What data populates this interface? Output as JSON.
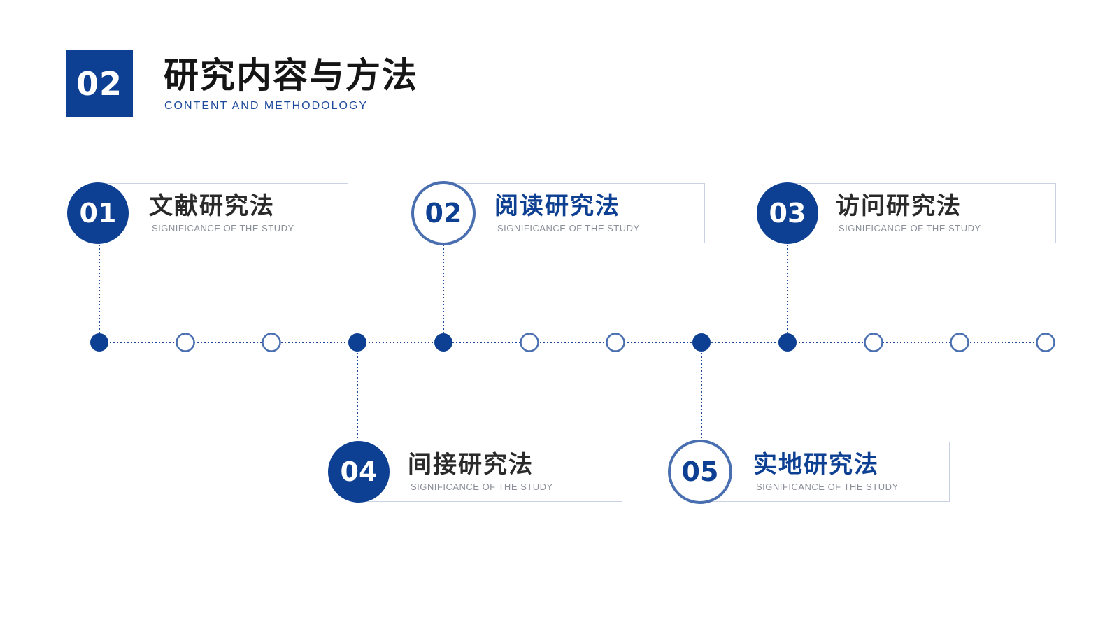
{
  "header": {
    "section_number": "02",
    "title": "研究内容与方法",
    "subtitle": "CONTENT AND METHODOLOGY"
  },
  "colors": {
    "primary": "#0d3f92",
    "outline": "#4a6fb0",
    "line": "#1d4a9a",
    "card_border": "#c9d3e3",
    "sub_text": "#8a8f99"
  },
  "timeline": {
    "nodes": [
      {
        "style": "filled"
      },
      {
        "style": "hollow"
      },
      {
        "style": "hollow"
      },
      {
        "style": "filled"
      },
      {
        "style": "filled"
      },
      {
        "style": "hollow"
      },
      {
        "style": "hollow"
      },
      {
        "style": "filled"
      },
      {
        "style": "filled"
      },
      {
        "style": "hollow"
      },
      {
        "style": "hollow"
      },
      {
        "style": "hollow"
      }
    ]
  },
  "items": [
    {
      "number": "01",
      "title": "文献研究法",
      "subtitle": "SIGNIFICANCE OF THE STUDY",
      "circle_style": "filled",
      "title_color": "dark",
      "row": "top",
      "node_index": 0
    },
    {
      "number": "02",
      "title": "阅读研究法",
      "subtitle": "SIGNIFICANCE OF THE STUDY",
      "circle_style": "outlined",
      "title_color": "blue",
      "row": "top",
      "node_index": 4
    },
    {
      "number": "03",
      "title": "访问研究法",
      "subtitle": "SIGNIFICANCE OF THE STUDY",
      "circle_style": "filled",
      "title_color": "dark",
      "row": "top",
      "node_index": 8
    },
    {
      "number": "04",
      "title": "间接研究法",
      "subtitle": "SIGNIFICANCE OF THE STUDY",
      "circle_style": "filled",
      "title_color": "dark",
      "row": "bottom",
      "node_index": 3
    },
    {
      "number": "05",
      "title": "实地研究法",
      "subtitle": "SIGNIFICANCE OF THE STUDY",
      "circle_style": "outlined",
      "title_color": "blue",
      "row": "bottom",
      "node_index": 7
    }
  ]
}
